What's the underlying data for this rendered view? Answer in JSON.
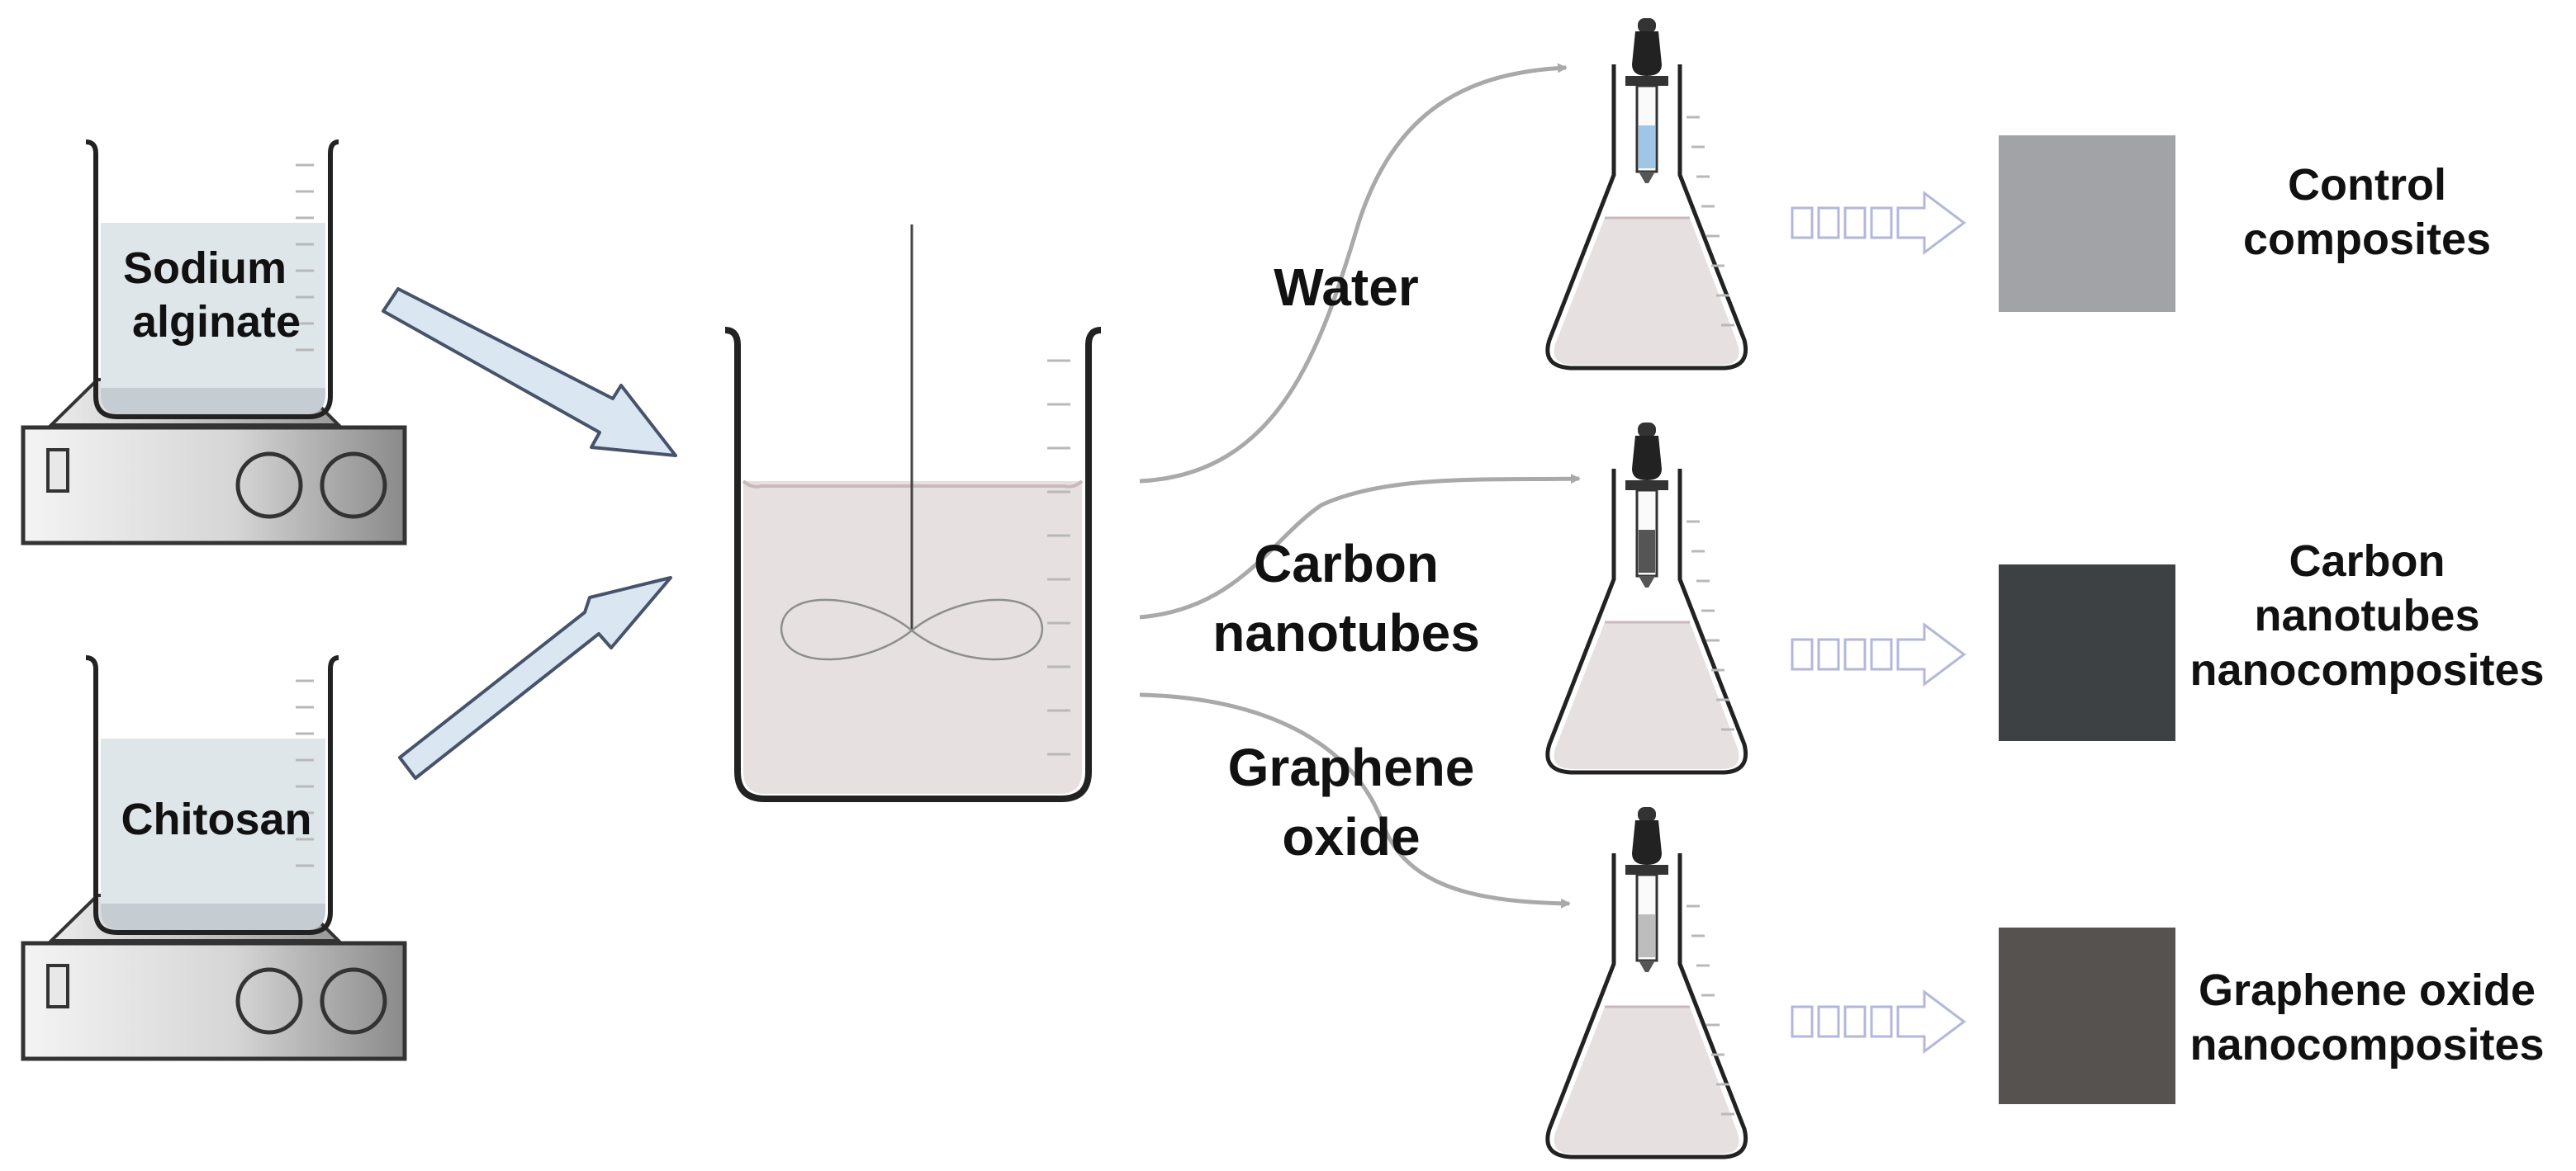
{
  "beakers": {
    "sodium_alginate": "Sodium alginate",
    "sodium_alginate_line1": "Sodium",
    "sodium_alginate_line2": "alginate",
    "chitosan": "Chitosan"
  },
  "routes": [
    {
      "label_lines": [
        "Water"
      ],
      "product_lines": [
        "Control",
        "composites"
      ],
      "swatch_color": "#a2a3a6",
      "dropper_fill": "#9fc6e6"
    },
    {
      "label_lines": [
        "Carbon",
        "nanotubes"
      ],
      "product_lines": [
        "Carbon",
        "nanotubes",
        "nanocomposites"
      ],
      "swatch_color": "#3e4144",
      "dropper_fill": "#555555"
    },
    {
      "label_lines": [
        "Graphene",
        "oxide"
      ],
      "product_lines": [
        "Graphene oxide",
        "nanocomposites"
      ],
      "swatch_color": "#55524f",
      "dropper_fill": "#bdbdbd"
    }
  ],
  "colors": {
    "solution_fill": "#e7e0e1",
    "solution_line": "#c9b9bc",
    "beaker_liquid": "#dfe6ea",
    "flow_arrow_fill": "#dbe6f3",
    "flow_arrow_stroke": "#46536a",
    "curve_arrow": "#a9a9a9",
    "product_arrow": "#b3b7d9"
  },
  "icons": [
    "hot-plate-stirrer-icon",
    "beaker-icon",
    "impeller-icon",
    "erlenmeyer-flask-icon",
    "dropper-icon",
    "block-arrow-icon"
  ]
}
